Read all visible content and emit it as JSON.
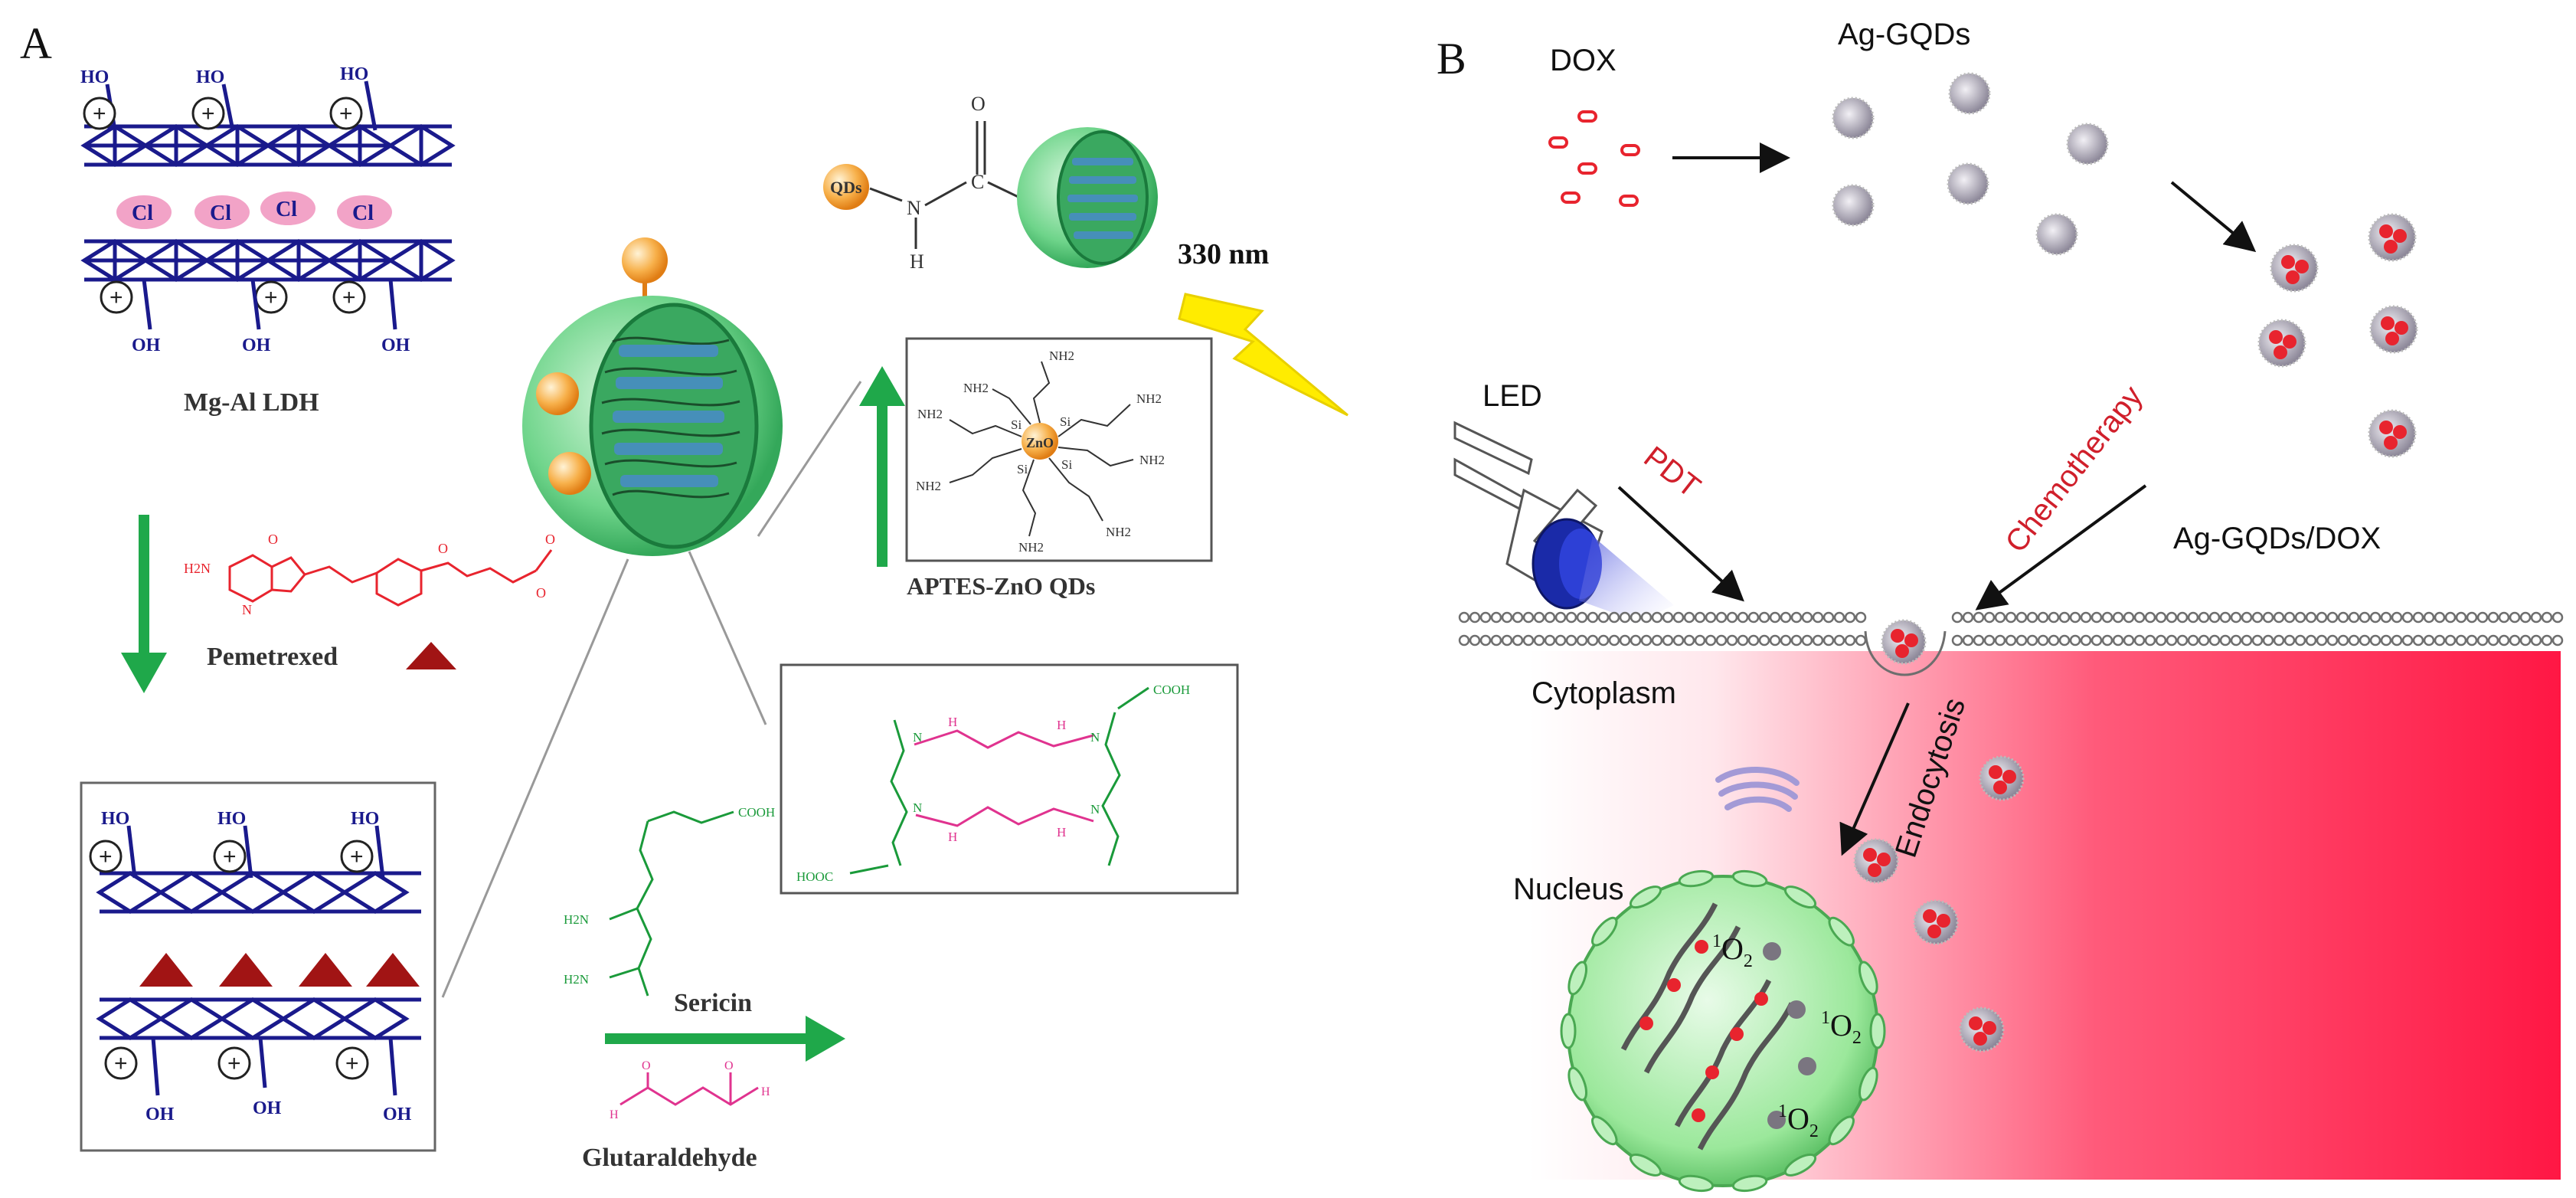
{
  "panel_a": {
    "label": "A",
    "ldh": {
      "title": "Mg-Al LDH",
      "ho": "HO",
      "oh": "OH",
      "chloride": "Cl",
      "plus": "+"
    },
    "pemetrexed_label": "Pemetrexed",
    "aptes_label": "APTES-ZnO QDs",
    "wavelength_label": "330 nm",
    "sericin_label": "Sericin",
    "glutaraldehyde_label": "Glutaraldehyde",
    "qds_label": "QDs",
    "zno_label": "ZnO",
    "chem_atoms": {
      "o": "O",
      "c": "C",
      "n": "N",
      "h": "H",
      "nh2": "NH2",
      "si": "Si",
      "cooh": "COOH",
      "hooc": "HOOC",
      "h2n": "H2N"
    }
  },
  "panel_b": {
    "label": "B",
    "dox_label": "DOX",
    "ag_gqds_label": "Ag-GQDs",
    "ag_gqds_dox_label": "Ag-GQDs/DOX",
    "led_label": "LED",
    "pdt_label": "PDT",
    "chemotherapy_label": "Chemotherapy",
    "cytoplasm_label": "Cytoplasm",
    "endocytosis_label": "Endocytosis",
    "nucleus_label": "Nucleus",
    "singlet_oxygen": {
      "superscript": "1",
      "symbol": "O",
      "subscript": "2"
    }
  },
  "colors": {
    "ldh_blue": "#1a1a8c",
    "drug_red": "#e8242e",
    "arrow_green": "#1fa84a",
    "glutaraldehyde_pink": "#e0338f",
    "membrane_gray": "#6e6e6e",
    "cytoplasm_red": "#ff1744",
    "nucleus_green": "#9be89b",
    "lightning_yellow": "#ffec00",
    "qd_orange": "#f39a2b"
  }
}
